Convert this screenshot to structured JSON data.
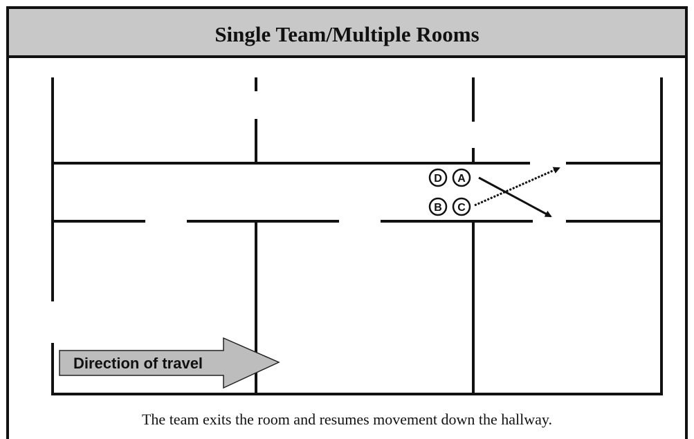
{
  "title": "Single Team/Multiple Rooms",
  "caption": "The team exits the room and resumes movement down the hallway.",
  "direction_label": "Direction of travel",
  "team_members": [
    "D",
    "A",
    "B",
    "C"
  ]
}
